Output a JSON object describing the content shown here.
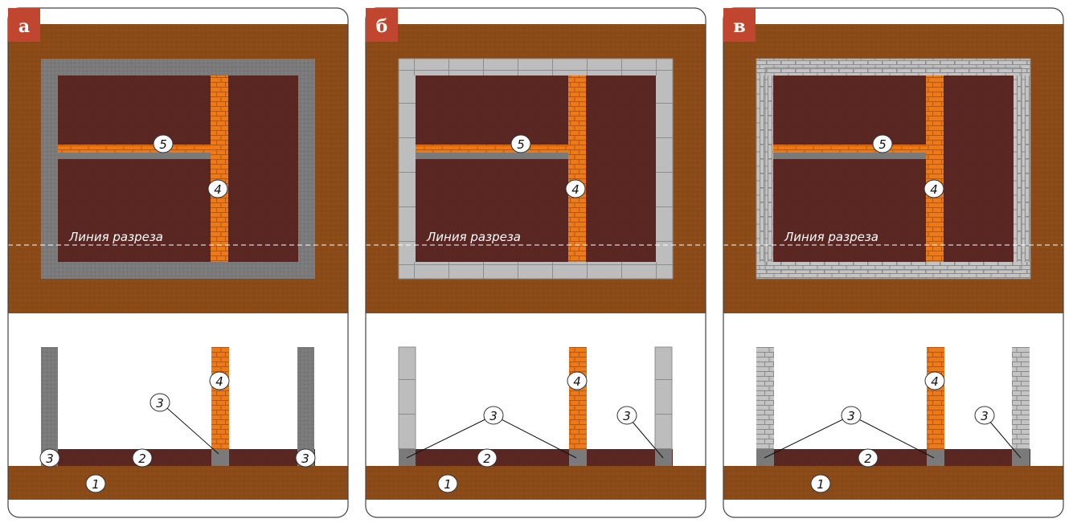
{
  "panels": [
    {
      "id": "a",
      "letter": "а",
      "cut_line_label": "Линия разреза",
      "wall_type": "monolith"
    },
    {
      "id": "b",
      "letter": "б",
      "cut_line_label": "Линия разреза",
      "wall_type": "block"
    },
    {
      "id": "c",
      "letter": "в",
      "cut_line_label": "Линия разреза",
      "wall_type": "brick"
    }
  ],
  "callouts": {
    "n1": "1",
    "n2": "2",
    "n3": "3",
    "n4": "4",
    "n5": "5"
  },
  "colors": {
    "ground": "#8a4a17",
    "floor_interior": "#5a2622",
    "brick_orange": "#ee7a16",
    "monolith_gray": "#777777",
    "block_gray": "#b8b8b8",
    "letter_badge": "#c0462f",
    "panel_border": "#555555"
  }
}
